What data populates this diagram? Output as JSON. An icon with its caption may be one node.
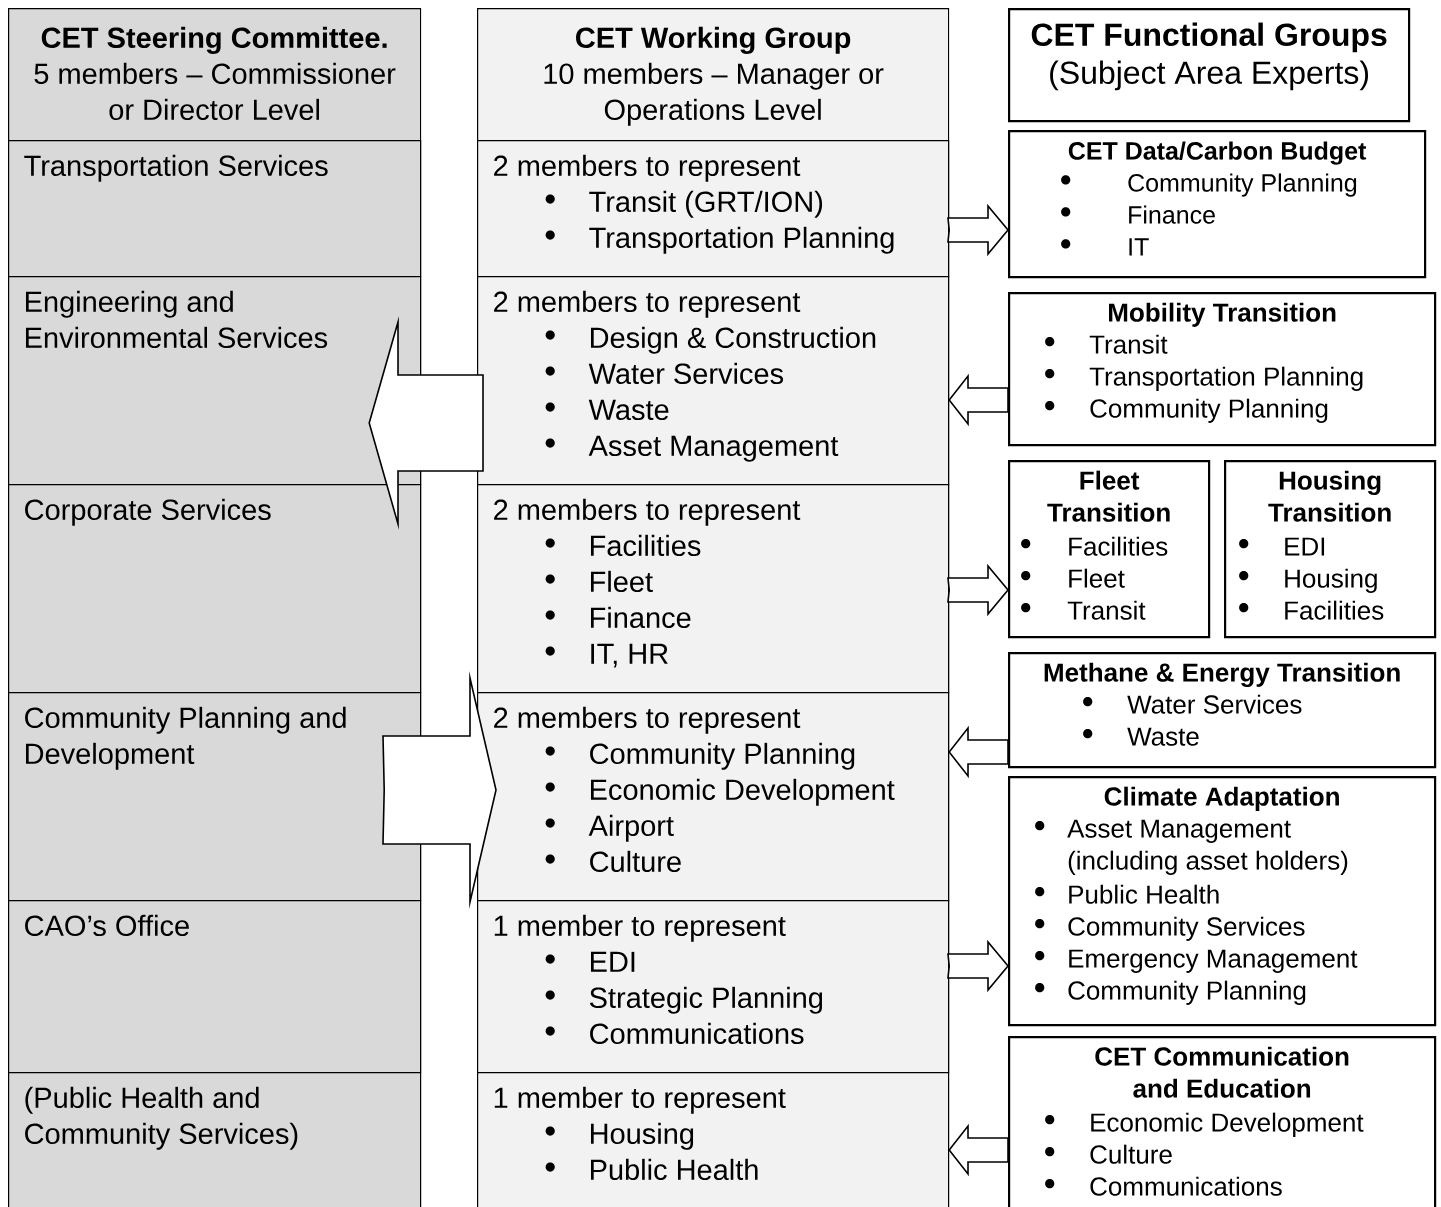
{
  "diagram": {
    "nodes": [
      {
        "text": [
          "CET Steering Committee.",
          "5 members – Commissioner or Director Level"
        ]
      },
      {
        "text": [
          "Transportation Services"
        ],
        "in": 0
      },
      {
        "text": [
          "Engineering and Environmental Services"
        ],
        "in": 0
      },
      {
        "text": [
          "Corporate Services"
        ],
        "in": 0
      },
      {
        "text": [
          "Community Planning and Development"
        ],
        "in": 0
      },
      {
        "text": [
          "CAO’s Office"
        ],
        "in": 0
      },
      {
        "text": [
          "(Public Health and Community Services)"
        ],
        "in": 0
      },
      {
        "text": [
          "CET Working Group",
          "10 members – Manager or Operations Level"
        ]
      },
      {
        "text": [
          "2 members to represent",
          "Transit (GRT/ION)",
          "Transportation Planning"
        ],
        "in": 7
      },
      {
        "text": [
          "2 members to represent",
          "Design & Construction",
          "Water Services",
          "Waste",
          "Asset Management"
        ],
        "in": 7
      },
      {
        "text": [
          "2 members to represent",
          "Facilities",
          "Fleet",
          "Finance",
          "IT, HR"
        ],
        "in": 7
      },
      {
        "text": [
          "2 members to represent",
          "Community Planning",
          "Economic Development",
          "Airport",
          "Culture"
        ],
        "in": 7
      },
      {
        "text": [
          "1 member to represent",
          "EDI",
          "Strategic Planning",
          "Communications"
        ],
        "in": 7
      },
      {
        "text": [
          "1 member to represent",
          "Housing",
          "Public Health"
        ],
        "in": 7
      },
      {
        "text": [
          "CET Functional Groups",
          "(Subject Area Experts)"
        ]
      },
      {
        "text": [
          "CET Data/Carbon Budget",
          "Community Planning",
          "Finance",
          "IT"
        ]
      },
      {
        "text": [
          "Mobility Transition",
          "Transit",
          "Transportation Planning",
          "Community Planning"
        ]
      },
      {
        "text": [
          "Fleet Transition",
          "Facilities",
          "Fleet",
          "Transit"
        ]
      },
      {
        "text": [
          "Housing Transition",
          "EDI",
          "Housing",
          "Facilities"
        ]
      },
      {
        "text": [
          "Methane & Energy Transition",
          "Water Services",
          "Waste"
        ]
      },
      {
        "text": [
          "Climate Adaptation",
          "Asset Management (including asset holders)",
          "Public Health",
          "Community Services",
          "Emergency Management",
          "Community Planning"
        ]
      },
      {
        "text": [
          "CET Communication and Education",
          "Economic Development",
          "Culture",
          "Communications"
        ]
      }
    ],
    "edges": [
      {
        "from": 7,
        "to": 0,
        "arrow": "to"
      },
      {
        "from": 0,
        "to": 7,
        "arrow": "to"
      },
      {
        "from": 7,
        "to": 15,
        "arrow": "to"
      },
      {
        "from": 16,
        "to": 7,
        "arrow": "to"
      },
      {
        "from": 7,
        "to": 17,
        "arrow": "to"
      },
      {
        "from": 19,
        "to": 7,
        "arrow": "to"
      },
      {
        "from": 7,
        "to": 20,
        "arrow": "to"
      },
      {
        "from": 21,
        "to": 7,
        "arrow": "to"
      }
    ]
  }
}
